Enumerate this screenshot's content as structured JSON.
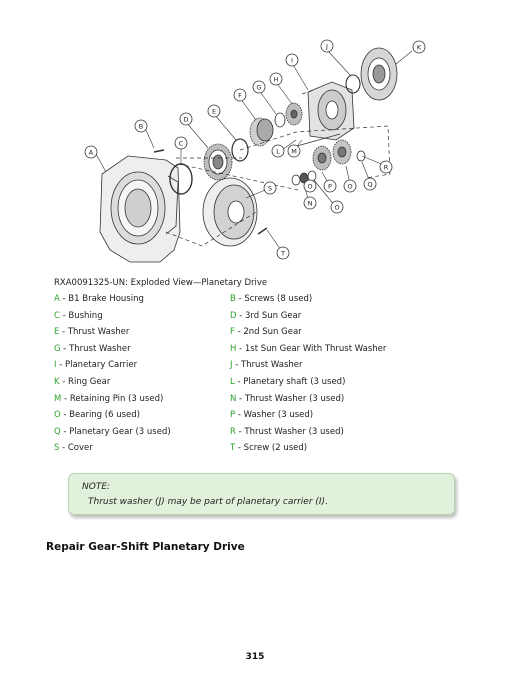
{
  "figure": {
    "callouts": [
      "A",
      "B",
      "C",
      "D",
      "E",
      "F",
      "G",
      "H",
      "I",
      "J",
      "K",
      "L",
      "M",
      "N",
      "O",
      "P",
      "Q",
      "R",
      "S",
      "T",
      "O",
      "O"
    ]
  },
  "caption": "RXA0091325-UN: Exploded View—Planetary Drive",
  "legend": [
    {
      "left": {
        "letter": "A",
        "text": " - B1 Brake Housing"
      },
      "right": {
        "letter": "B",
        "text": " - Screws (8 used)"
      }
    },
    {
      "left": {
        "letter": "C",
        "text": " - Bushing"
      },
      "right": {
        "letter": "D",
        "text": " - 3rd Sun Gear"
      }
    },
    {
      "left": {
        "letter": "E",
        "text": " - Thrust Washer"
      },
      "right": {
        "letter": "F",
        "text": " - 2nd Sun Gear"
      }
    },
    {
      "left": {
        "letter": "G",
        "text": " - Thrust Washer"
      },
      "right": {
        "letter": "H",
        "text": " - 1st Sun Gear With Thrust Washer"
      }
    },
    {
      "left": {
        "letter": "I",
        "text": " - Planetary Carrier"
      },
      "right": {
        "letter": "J",
        "text": " - Thrust Washer"
      }
    },
    {
      "left": {
        "letter": "K",
        "text": " - Ring Gear"
      },
      "right": {
        "letter": "L",
        "text": " - Planetary shaft (3 used)"
      }
    },
    {
      "left": {
        "letter": "M",
        "text": " - Retaining Pin (3 used)"
      },
      "right": {
        "letter": "N",
        "text": " - Thrust Washer (3 used)"
      }
    },
    {
      "left": {
        "letter": "O",
        "text": " - Bearing (6 used)"
      },
      "right": {
        "letter": "P",
        "text": " - Washer (3 used)"
      }
    },
    {
      "left": {
        "letter": "Q",
        "text": " - Planetary Gear (3 used)"
      },
      "right": {
        "letter": "R",
        "text": " - Thrust Washer (3 used)"
      }
    },
    {
      "left": {
        "letter": "S",
        "text": " - Cover"
      },
      "right": {
        "letter": "T",
        "text": " - Screw (2 used)"
      }
    }
  ],
  "note": {
    "label": "NOTE:",
    "text": "Thrust washer (J) may be part of planetary carrier (I)."
  },
  "heading": "Repair Gear-Shift Planetary Drive",
  "page_number": "315"
}
